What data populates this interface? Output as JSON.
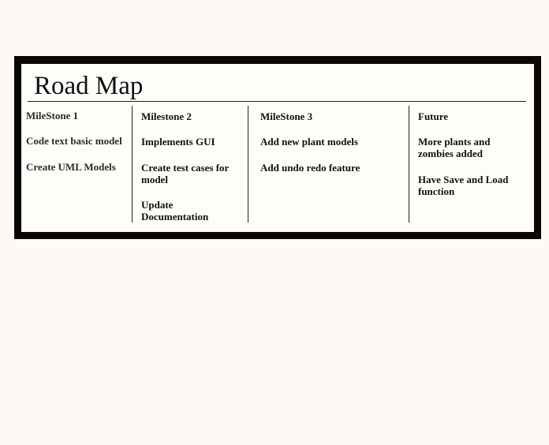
{
  "roadmap": {
    "title": "Road Map",
    "columns": [
      {
        "heading": "MileStone 1",
        "items": [
          "Code text basic model",
          "Create UML Models"
        ]
      },
      {
        "heading": "Milestone 2",
        "items": [
          "Implements GUI",
          "Create test cases for model",
          "Update Documentation"
        ]
      },
      {
        "heading": "MileStone 3",
        "items": [
          "Add new plant models",
          "Add undo redo feature"
        ]
      },
      {
        "heading": "Future",
        "items": [
          "More plants and zombies added",
          "Have Save and Load function"
        ]
      }
    ]
  }
}
